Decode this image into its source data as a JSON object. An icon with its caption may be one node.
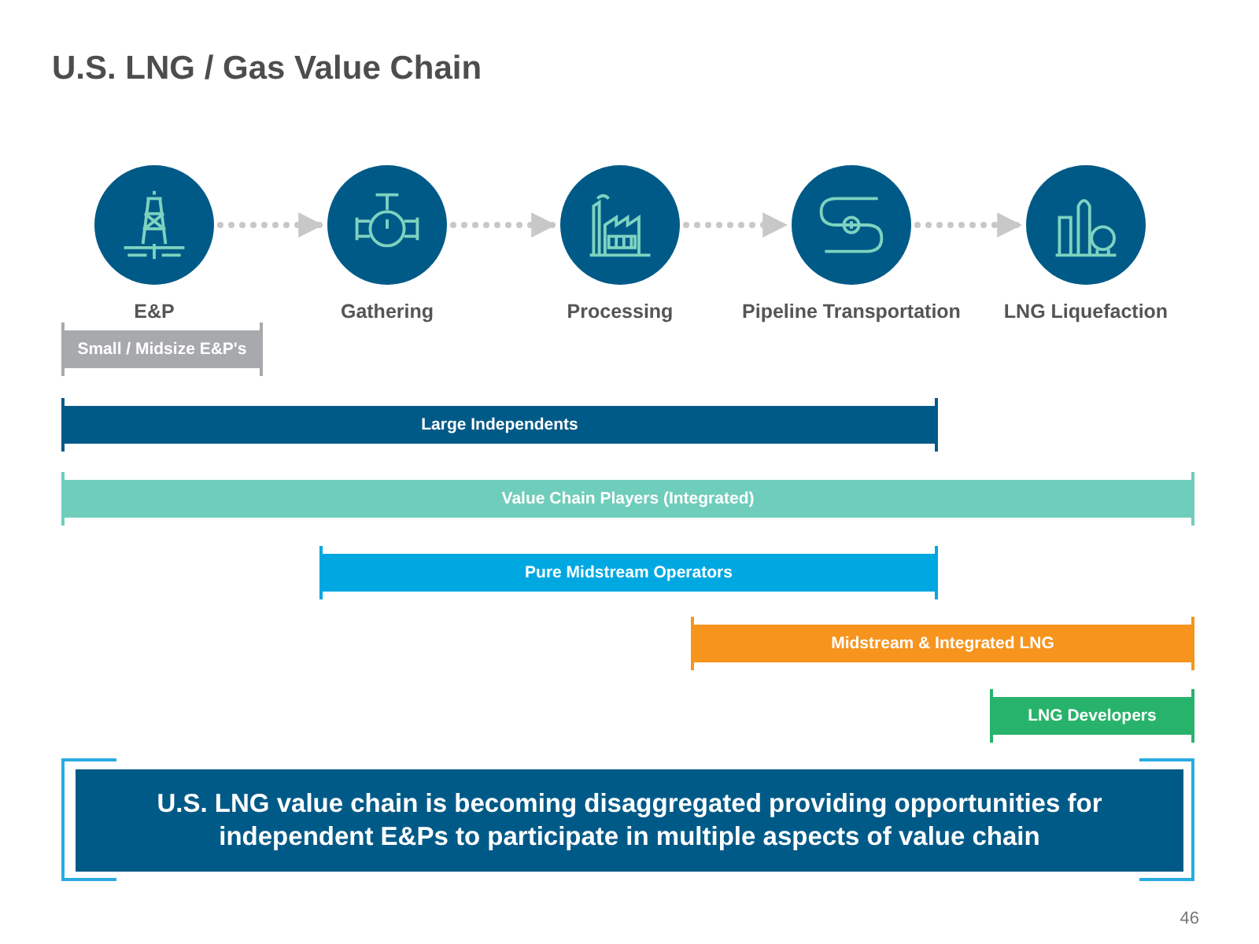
{
  "diagram": {
    "title": "U.S. LNG / Gas Value Chain",
    "nodes": [
      {
        "text": [
          "E&P"
        ]
      },
      {
        "text": [
          "Gathering"
        ]
      },
      {
        "text": [
          "Processing"
        ]
      },
      {
        "text": [
          "Pipeline Transportation"
        ]
      },
      {
        "text": [
          "LNG Liquefaction"
        ]
      },
      {
        "text": [
          "Small / Midsize E&P's"
        ]
      },
      {
        "text": [
          "Large Independents"
        ]
      },
      {
        "text": [
          "Value Chain Players (Integrated)"
        ]
      },
      {
        "text": [
          "Pure Midstream Operators"
        ]
      },
      {
        "text": [
          "Midstream & Integrated LNG"
        ]
      },
      {
        "text": [
          "LNG Developers"
        ]
      },
      {
        "text": [
          "U.S. LNG value chain is becoming disaggregated providing opportunities for independent E&Ps to participate in multiple aspects of value chain"
        ]
      }
    ],
    "edges": [
      {
        "from": 0,
        "to": 1,
        "arrow": "to",
        "style": "dashed"
      },
      {
        "from": 1,
        "to": 2,
        "arrow": "to",
        "style": "dashed"
      },
      {
        "from": 2,
        "to": 3,
        "arrow": "to",
        "style": "dashed"
      },
      {
        "from": 3,
        "to": 4,
        "arrow": "to",
        "style": "dashed"
      }
    ],
    "labels": [
      "46"
    ]
  }
}
